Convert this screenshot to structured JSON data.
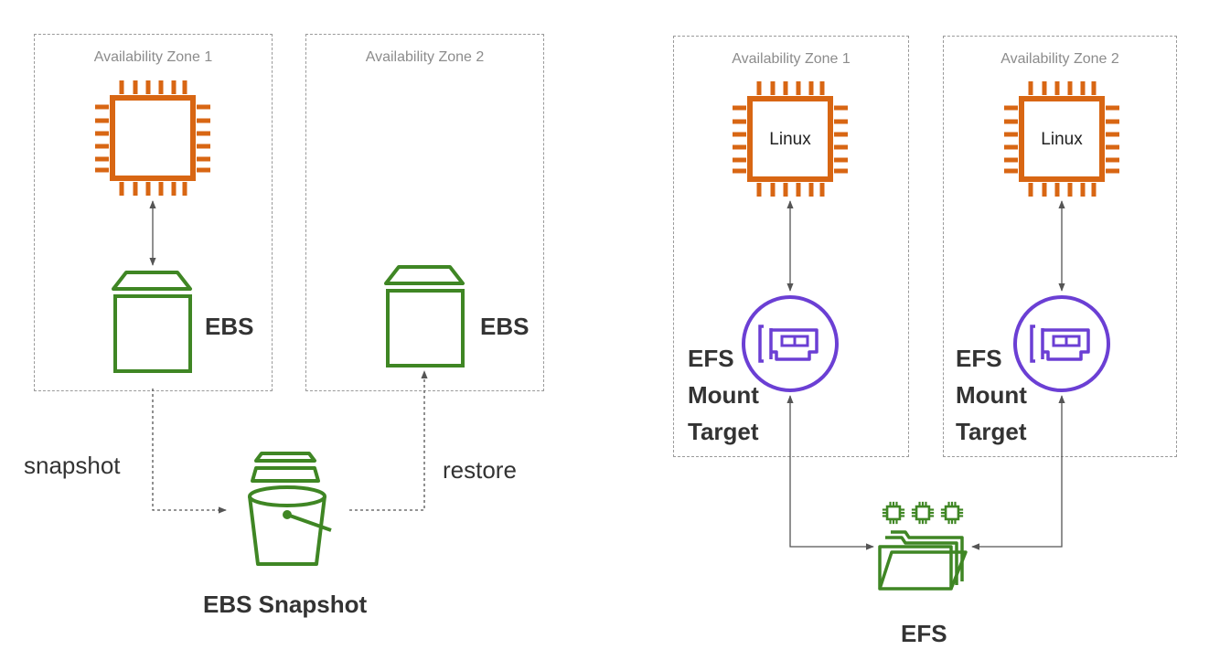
{
  "left_diagram": {
    "zone1_label": "Availability Zone 1",
    "zone2_label": "Availability Zone 2",
    "volume1_label": "EBS",
    "volume2_label": "EBS",
    "snapshot_edge_label": "snapshot",
    "restore_edge_label": "restore",
    "snapshot_label": "EBS Snapshot"
  },
  "right_diagram": {
    "zone1_label": "Availability Zone 1",
    "zone2_label": "Availability Zone 2",
    "instance1_label": "Linux",
    "instance2_label": "Linux",
    "mount_target1_lines": [
      "EFS",
      "Mount",
      "Target"
    ],
    "mount_target2_lines": [
      "EFS",
      "Mount",
      "Target"
    ],
    "efs_label": "EFS"
  },
  "colors": {
    "ec2": "#d86613",
    "storage": "#3f8624",
    "mount_target": "#6b3fd4",
    "zone_border": "#9a9a9a",
    "text": "#333333"
  },
  "icons": [
    "ec2-chip-icon",
    "ebs-volume-icon",
    "s3-bucket-icon",
    "efs-mount-target-icon",
    "efs-folder-icon"
  ]
}
